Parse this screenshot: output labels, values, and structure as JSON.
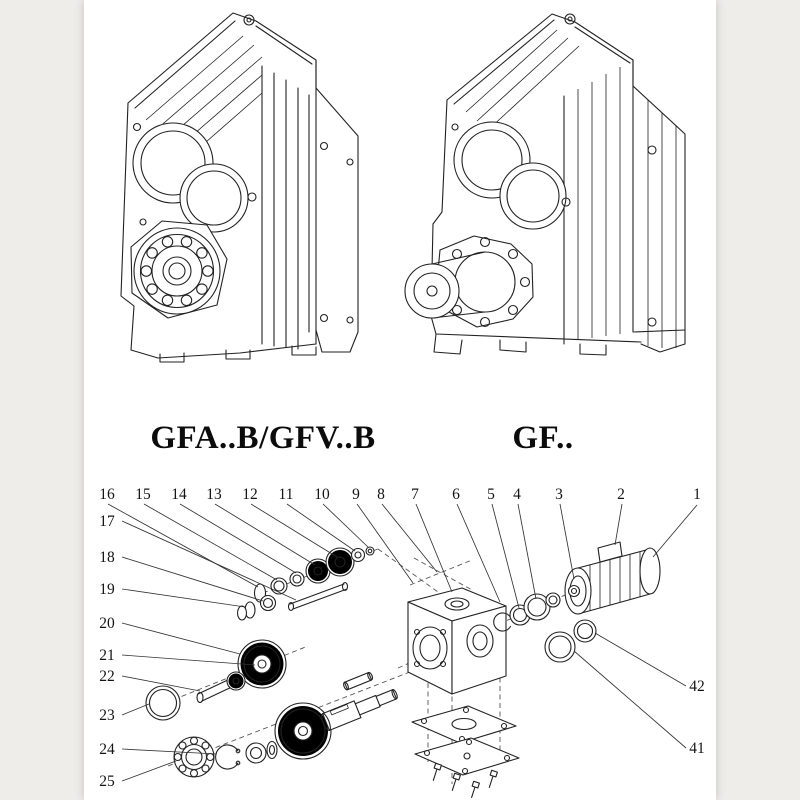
{
  "colors": {
    "line": "#222222",
    "page_bg": "#ffffff",
    "photo_bg": "#eeedea"
  },
  "models": {
    "left_label": "GFA..B/GFV..B",
    "right_label": "GF.."
  },
  "exploded": {
    "top_numbers": [
      "16",
      "15",
      "14",
      "13",
      "12",
      "11",
      "10",
      "9",
      "8",
      "7",
      "6",
      "5",
      "4",
      "3",
      "2",
      "1"
    ],
    "left_numbers": [
      "17",
      "18",
      "19",
      "20",
      "21",
      "22",
      "23",
      "24",
      "25"
    ],
    "right_numbers": [
      "42",
      "41"
    ]
  }
}
